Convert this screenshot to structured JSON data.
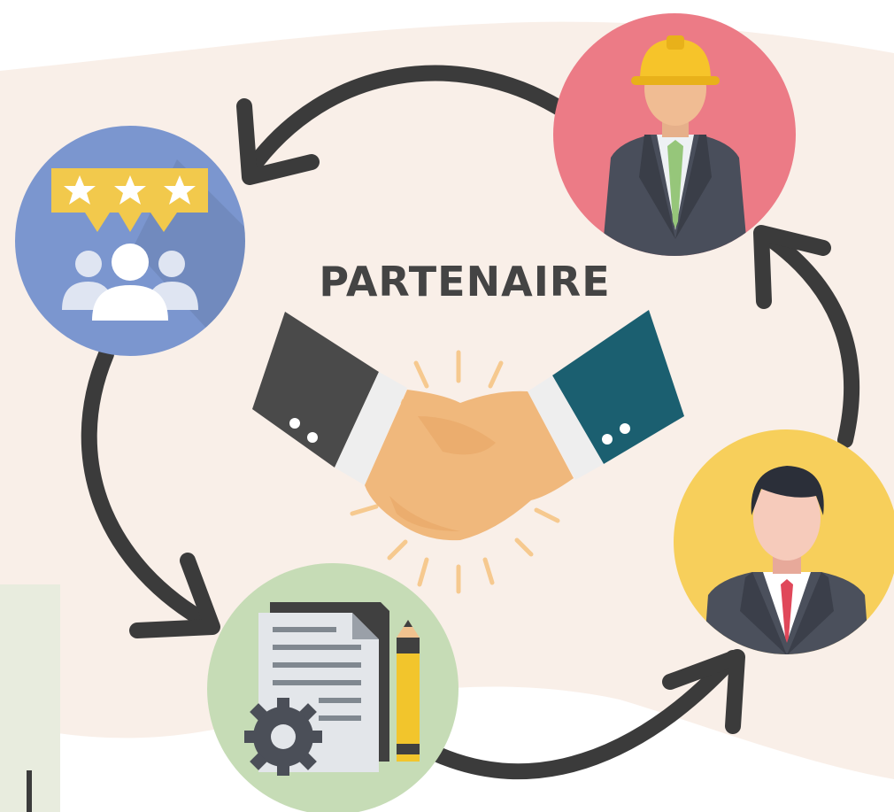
{
  "title": "PARTENAIRE",
  "colors": {
    "background_band": "#f9efe8",
    "arrow": "#3b3b3b",
    "title": "#444444",
    "rating_circle": "#7b96cf",
    "engineer_circle": "#ec7b86",
    "document_circle": "#c6dcb6",
    "businessman_circle": "#f7cf5b",
    "left_sleeve": "#4a4a4a",
    "right_sleeve": "#1b5f70",
    "hand": "#f0b87c",
    "side_panel": "#e8ecde"
  },
  "nodes": [
    {
      "id": "rating",
      "icon": "rating-stars-group-icon"
    },
    {
      "id": "engineer",
      "icon": "engineer-hardhat-icon"
    },
    {
      "id": "businessman",
      "icon": "businessman-icon"
    },
    {
      "id": "document",
      "icon": "document-gear-pencil-icon"
    }
  ],
  "center_icon": "handshake-icon",
  "cycle": [
    "engineer",
    "rating",
    "document",
    "businessman",
    "engineer"
  ]
}
